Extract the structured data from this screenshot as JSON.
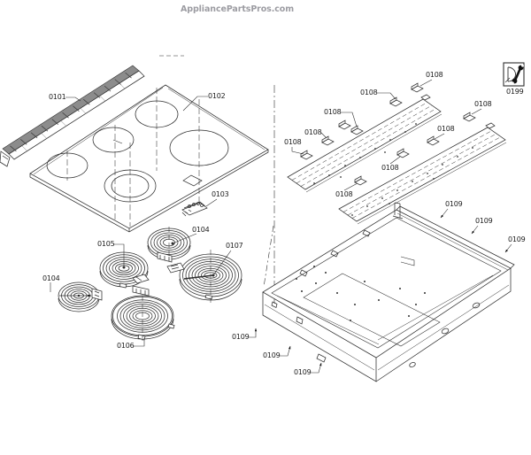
{
  "watermark": "AppliancePartsPros.com",
  "diagram": {
    "description": "Exploded parts diagram of an electric range cooktop: trim strip, glass main top with five burner zones, terminal block, five radiant surface elements, insulation strips with mounting clips, and base pan frame",
    "colors": {
      "line_art": "#2f2f2f",
      "label_text": "#1b1b1b",
      "watermark": "#9c9ca2"
    },
    "callouts": {
      "c0101": "0101",
      "c0102": "0102",
      "c0103": "0103",
      "c0104": "0104",
      "c0105": "0105",
      "c0106": "0106",
      "c0107": "0107",
      "c0108": "0108",
      "c0109": "0109",
      "c0199": "0199"
    }
  }
}
